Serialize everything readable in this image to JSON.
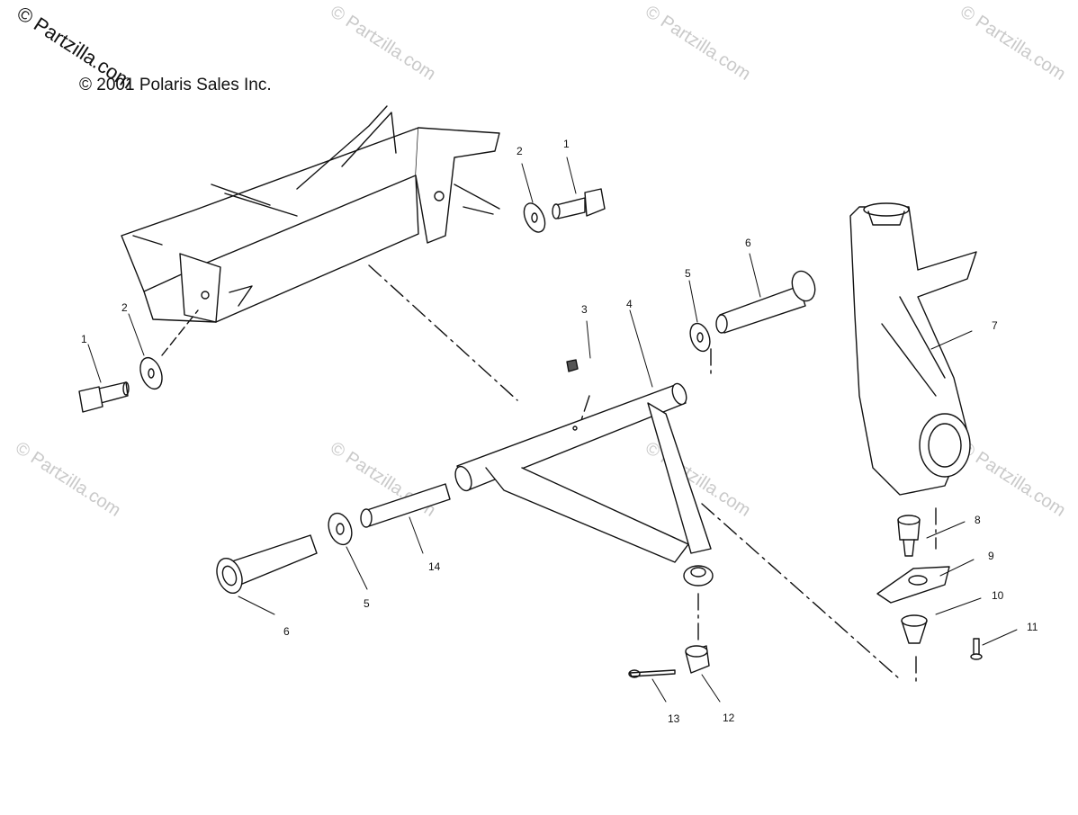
{
  "copyright": "© 2001 Polaris Sales Inc.",
  "watermark": "© Partzilla.com",
  "callouts": [
    {
      "label": "1"
    },
    {
      "label": "2"
    },
    {
      "label": "1"
    },
    {
      "label": "2"
    },
    {
      "label": "3"
    },
    {
      "label": "4"
    },
    {
      "label": "5"
    },
    {
      "label": "6"
    },
    {
      "label": "7"
    },
    {
      "label": "8"
    },
    {
      "label": "9"
    },
    {
      "label": "10"
    },
    {
      "label": "11"
    },
    {
      "label": "14"
    },
    {
      "label": "5"
    },
    {
      "label": "6"
    },
    {
      "label": "12"
    },
    {
      "label": "13"
    }
  ],
  "colors": {
    "line": "#111111",
    "watermark": "#c9c9c9"
  }
}
